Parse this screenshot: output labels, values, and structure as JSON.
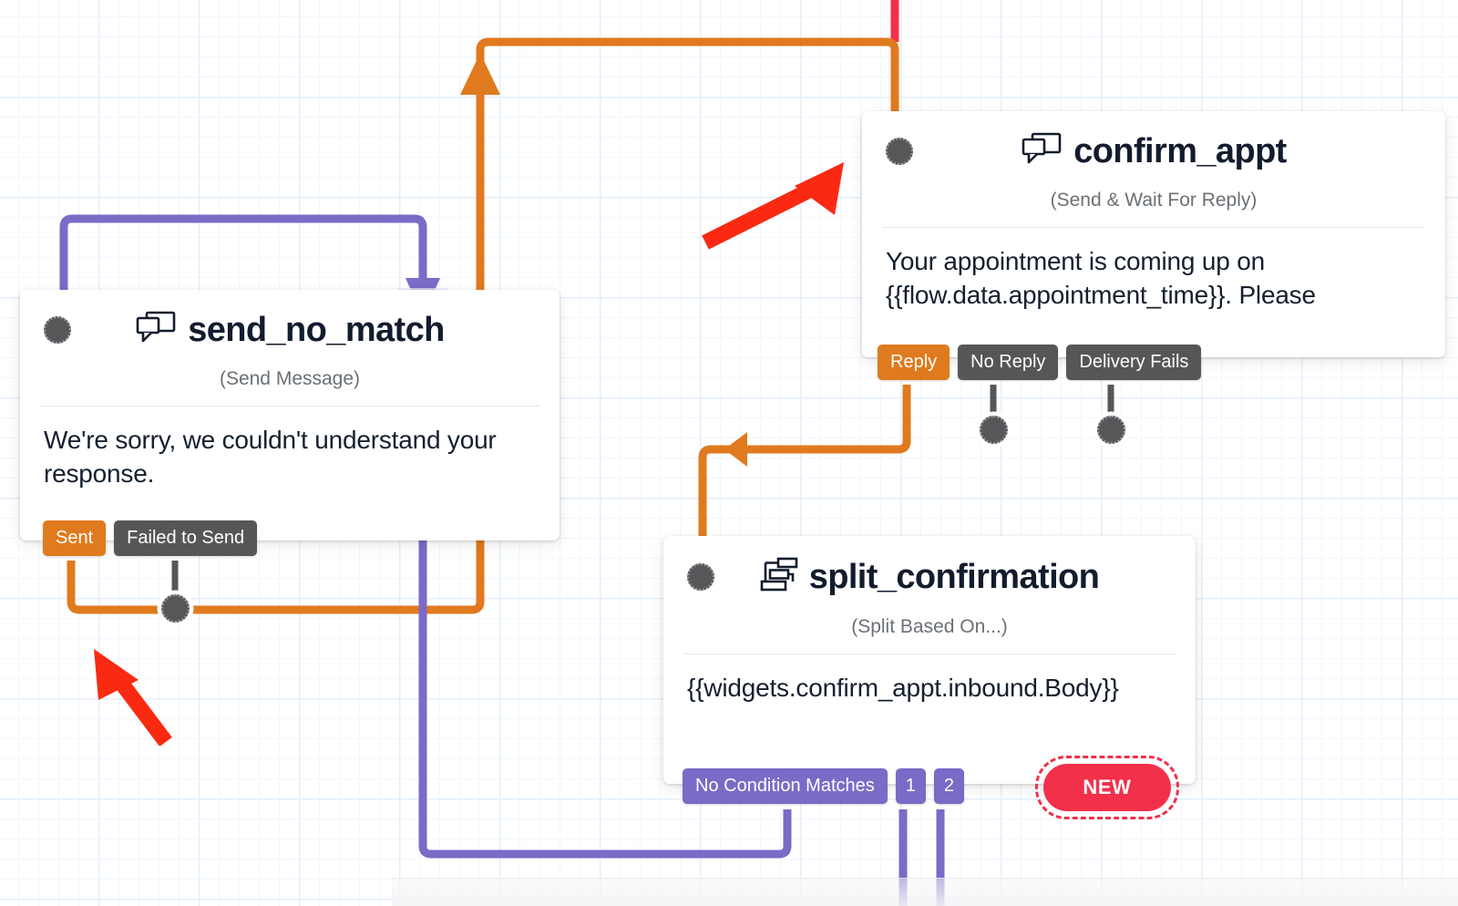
{
  "canvas": {
    "grid_color": "#e4effa",
    "background": "#ffffff"
  },
  "colors": {
    "orange": "#e07a1e",
    "purple": "#7b6ac6",
    "gray": "#565656",
    "red_accent": "#f2304a",
    "annotation_red": "#fa2a12",
    "node_title": "#121c2d",
    "node_subtitle": "#6b7075"
  },
  "nodes": [
    {
      "id": "send_no_match",
      "title": "send_no_match",
      "subtitle": "(Send Message)",
      "icon": "chat-bubble-icon",
      "body": "We're sorry, we couldn't understand your response.",
      "outputs": [
        {
          "label": "Sent",
          "color": "orange"
        },
        {
          "label": "Failed to Send",
          "color": "gray"
        }
      ]
    },
    {
      "id": "confirm_appt",
      "title": "confirm_appt",
      "subtitle": "(Send & Wait For Reply)",
      "icon": "chat-bubble-icon",
      "body": "Your appointment is coming up on {{flow.data.appointment_time}}. Please",
      "outputs": [
        {
          "label": "Reply",
          "color": "orange"
        },
        {
          "label": "No Reply",
          "color": "gray"
        },
        {
          "label": "Delivery Fails",
          "color": "gray"
        }
      ]
    },
    {
      "id": "split_confirmation",
      "title": "split_confirmation",
      "subtitle": "(Split Based On...)",
      "icon": "split-branch-icon",
      "body": "{{widgets.confirm_appt.inbound.Body}}",
      "outputs": [
        {
          "label": "No Condition Matches",
          "color": "purple"
        },
        {
          "label": "1",
          "color": "purple"
        },
        {
          "label": "2",
          "color": "purple"
        }
      ]
    }
  ],
  "new_widget": {
    "label": "NEW",
    "color": "#f2304a"
  },
  "annotations": [
    {
      "name": "red-arrow-to-confirm-appt",
      "direction": "up-right"
    },
    {
      "name": "red-arrow-to-sent-output",
      "direction": "up-left"
    }
  ]
}
